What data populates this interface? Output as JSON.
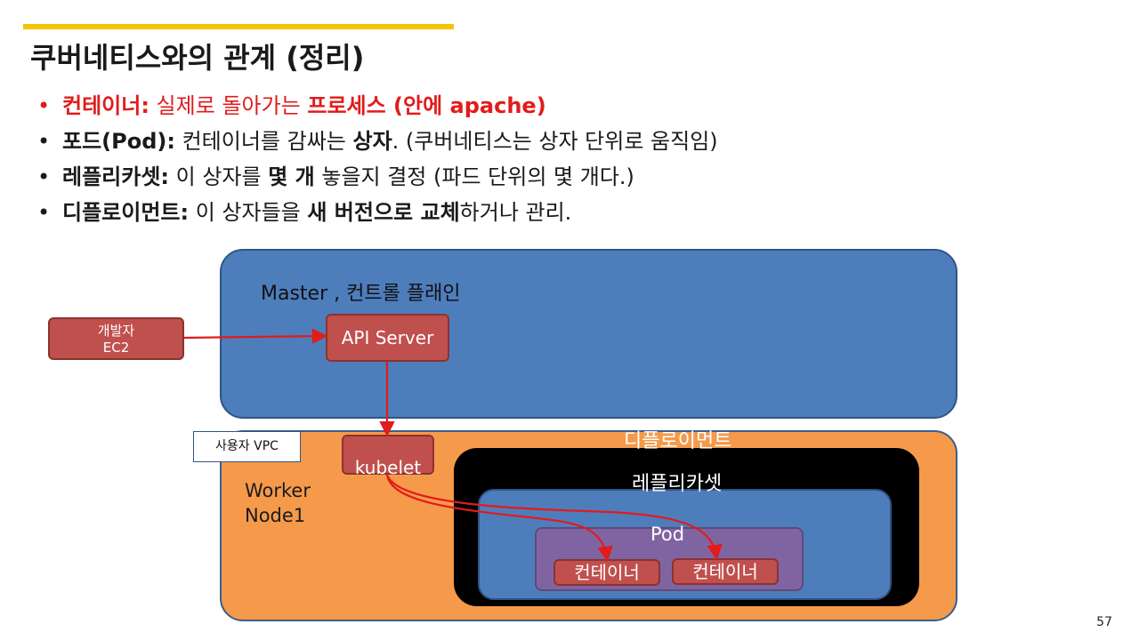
{
  "slide": {
    "title": "쿠버네티스와의 관계 (정리)",
    "page_number": "57"
  },
  "bullets": [
    {
      "dot": "•",
      "term": "컨테이너:",
      "pre": " 실제로 돌아가는 ",
      "bold": "프로세스 (안에 apache)",
      "post": ""
    },
    {
      "dot": "•",
      "term": "포드(Pod):",
      "pre": " 컨테이너를 감싸는 ",
      "bold": "상자",
      "post": ". (쿠버네티스는 상자 단위로 움직임)"
    },
    {
      "dot": "•",
      "term": "레플리카셋:",
      "pre": " 이 상자를 ",
      "bold": "몇 개",
      "post": " 놓을지 결정 (파드 단위의 몇 개다.)"
    },
    {
      "dot": "•",
      "term": "디플로이먼트:",
      "pre": " 이 상자들을 ",
      "bold": "새 버전으로 교체",
      "post": "하거나 관리."
    }
  ],
  "diagram": {
    "master_label": "Master , 컨트롤 플래인",
    "developer": {
      "line1": "개발자",
      "line2": "EC2"
    },
    "api_server": "API Server",
    "vpc_label": "사용자  VPC",
    "kubelet": "kubelet",
    "worker": {
      "line1": "Worker",
      "line2": "Node1"
    },
    "deployment_label": "디플로이먼트",
    "replicaset_label": "레플리카셋",
    "pod_label": "Pod",
    "container1": "컨테이너",
    "container2": "컨테이너"
  },
  "colors": {
    "accent_bar": "#f5c400",
    "highlight_text": "#e21b1b",
    "master_fill": "#4e7dbc",
    "worker_fill": "#f59a4a",
    "component_fill": "#c0504d",
    "pod_fill": "#8064a2",
    "arrow": "#e21b1b"
  }
}
